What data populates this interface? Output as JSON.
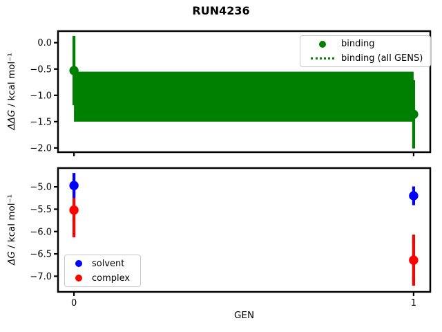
{
  "figure": {
    "title": "RUN4236",
    "xlabel": "GEN",
    "background": "#ffffff"
  },
  "colors": {
    "binding": "#008000",
    "solvent": "#0000ff",
    "complex": "#ff0000",
    "frame": "#000000",
    "legend_border": "#c8c8c8"
  },
  "chart_data": [
    {
      "type": "scatter",
      "subplot": "top",
      "ylabel": "ΔΔG / kcal mol⁻¹",
      "ylabel_math": "ΔΔG",
      "ylabel_rest": " / kcal mol⁻¹",
      "xlim": [
        -0.047,
        1.049
      ],
      "ylim": [
        -2.08,
        0.22
      ],
      "yticks": [
        0.0,
        -0.5,
        -1.0,
        -1.5,
        -2.0
      ],
      "ytick_labels": [
        "0.0",
        "−0.5",
        "−1.0",
        "−1.5",
        "−2.0"
      ],
      "xticks": [
        0,
        1
      ],
      "xtick_labels": [
        "",
        ""
      ],
      "grid": false,
      "series": [
        {
          "name": "binding",
          "color": "#008000",
          "marker": "circle",
          "x": [
            0,
            1
          ],
          "y": [
            -0.53,
            -1.36
          ],
          "yerr": [
            0.66,
            0.65
          ]
        }
      ],
      "band": {
        "name": "binding (all GENS)",
        "color": "#008000",
        "x": [
          0,
          1
        ],
        "center": -1.025,
        "upper": -0.55,
        "lower": -1.5,
        "center_line_style": "dotted"
      },
      "legend": {
        "position": "upper right",
        "entries": [
          {
            "label": "binding",
            "marker": "dot",
            "color": "#008000"
          },
          {
            "label": "binding (all GENS)",
            "marker": "dotted-line",
            "color": "#008000"
          }
        ]
      }
    },
    {
      "type": "scatter",
      "subplot": "bottom",
      "ylabel": "ΔG / kcal mol⁻¹",
      "ylabel_math": "ΔG",
      "ylabel_rest": " / kcal mol⁻¹",
      "xlabel": "GEN",
      "xlim": [
        -0.047,
        1.049
      ],
      "ylim": [
        -7.35,
        -4.58
      ],
      "yticks": [
        -5.0,
        -5.5,
        -6.0,
        -6.5,
        -7.0
      ],
      "ytick_labels": [
        "−5.0",
        "−5.5",
        "−6.0",
        "−6.5",
        "−7.0"
      ],
      "xticks": [
        0,
        1
      ],
      "xtick_labels": [
        "0",
        "1"
      ],
      "grid": false,
      "series": [
        {
          "name": "complex",
          "color": "#ff0000",
          "marker": "circle",
          "x": [
            0,
            1
          ],
          "y": [
            -5.52,
            -6.64
          ],
          "yerr": [
            0.61,
            0.57
          ]
        },
        {
          "name": "solvent",
          "color": "#0000ff",
          "marker": "circle",
          "x": [
            0,
            1
          ],
          "y": [
            -4.97,
            -5.2
          ],
          "yerr": [
            0.28,
            0.21
          ]
        }
      ],
      "legend": {
        "position": "lower left",
        "entries": [
          {
            "label": "solvent",
            "marker": "dot",
            "color": "#0000ff"
          },
          {
            "label": "complex",
            "marker": "dot",
            "color": "#ff0000"
          }
        ]
      }
    }
  ]
}
